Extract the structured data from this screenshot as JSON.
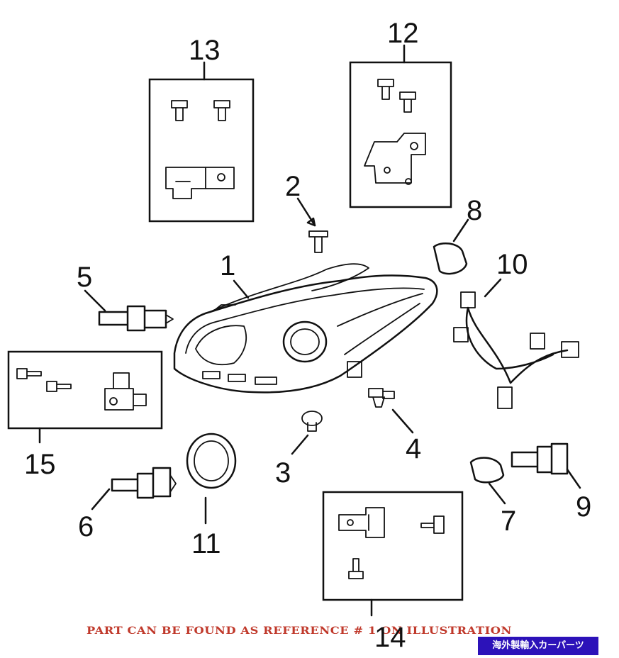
{
  "callouts": {
    "c1": "1",
    "c2": "2",
    "c3": "3",
    "c4": "4",
    "c5": "5",
    "c6": "6",
    "c7": "7",
    "c8": "8",
    "c9": "9",
    "c10": "10",
    "c11": "11",
    "c12": "12",
    "c13": "13",
    "c14": "14",
    "c15": "15"
  },
  "footer_note": "PART CAN BE FOUND AS REFERENCE # 1 ON ILLUSTRATION",
  "badge_text": "海外製輸入カーパーツ",
  "colors": {
    "line": "#111111",
    "note_text": "#c0392b",
    "badge_bg": "#2c12b9",
    "badge_text": "#ffffff"
  }
}
